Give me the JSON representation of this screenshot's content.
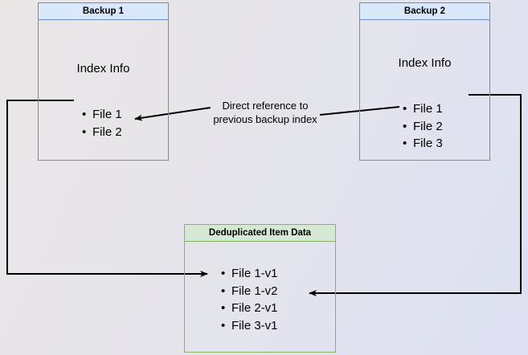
{
  "diagram": {
    "background_start": "#eae7e7",
    "background_end": "#dde0f1",
    "blue_fill": "#dae8fc",
    "blue_stroke": "#6c8ebf",
    "green_fill": "#d5e8d4",
    "green_stroke": "#82b366",
    "arrow_color": "#000000"
  },
  "backup1": {
    "title": "Backup 1",
    "subtitle": "Index Info",
    "files": [
      "File 1",
      "File 2"
    ]
  },
  "backup2": {
    "title": "Backup 2",
    "subtitle": "Index Info",
    "files": [
      "File 1",
      "File 2",
      "File 3"
    ]
  },
  "dedup": {
    "title": "Deduplicated Item Data",
    "items": [
      "File 1-v1",
      "File 1-v2",
      "File 2-v1",
      "File 3-v1"
    ]
  },
  "annotations": {
    "direct_reference_line1": "Direct reference to",
    "direct_reference_line2": "previous backup index"
  }
}
